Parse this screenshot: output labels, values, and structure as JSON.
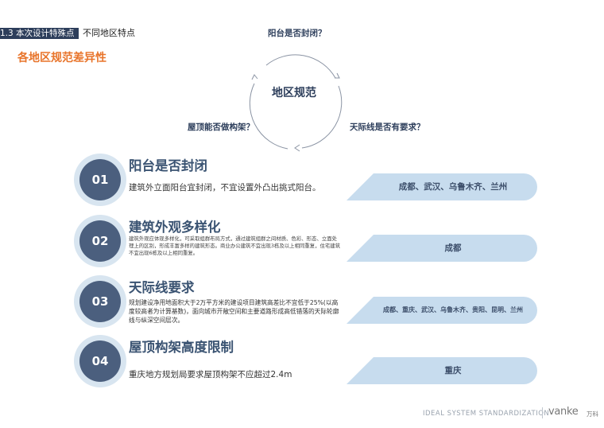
{
  "header": {
    "section_number": "1.3",
    "section_title": "本次设计特殊点",
    "section_subtitle": "不同地区特点",
    "page_title": "各地区规范差异性"
  },
  "diagram": {
    "center": "地区规范",
    "questions": {
      "top": "阳台是否封闭？",
      "left": "屋顶能否做构架？",
      "right": "天际线是否有要求？"
    }
  },
  "items": [
    {
      "number": "01",
      "title": "阳台是否封闭",
      "description": "建筑外立面阳台宜封闭，不宜设置外凸出挑式阳台。",
      "cities": "成都、武汉、乌鲁木齐、兰州"
    },
    {
      "number": "02",
      "title": "建筑外观多样化",
      "description": "建筑外观应体现多样化，可采取组群布局方式，通过建筑组群之间材质、色彩、形态、立面处理上的区别，形成丰富多样的建筑形态。商业办公建筑不宜出现3栋及以上相同重复，住宅建筑不宜出现6栋及以上相同重复。",
      "cities": "成都"
    },
    {
      "number": "03",
      "title": "天际线要求",
      "description": "规划建设净用地面积大于2万平方米的建设项目建筑高差比不宜低于25%(以高度较高者为计算基数)，面向城市开敞空间和主要道路形成高低错落的天际轮廓线与纵深空间层次。",
      "cities": "成都、重庆、武汉、乌鲁木齐、贵阳、昆明、兰州"
    },
    {
      "number": "04",
      "title": "屋顶构架高度限制",
      "description": "重庆地方规划局要求屋顶构架不应超过2.4m",
      "cities": "重庆"
    }
  ],
  "footer": {
    "tagline": "IDEAL SYSTEM STANDARDIZATION",
    "brand": "vanke",
    "brand_cn": "万科"
  }
}
